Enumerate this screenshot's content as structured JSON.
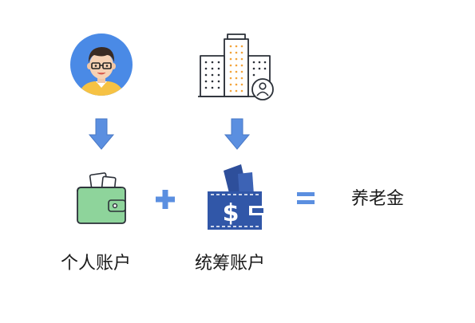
{
  "diagram": {
    "left_column": {
      "person_icon": "person-avatar-icon",
      "wallet_icon": "personal-wallet-icon",
      "label": "个人账户"
    },
    "right_column": {
      "building_icon": "office-building-icon",
      "wallet_icon": "pooled-fund-wallet-icon",
      "label": "统筹账户"
    },
    "operators": {
      "plus": "plus-icon",
      "equals": "equals-icon"
    },
    "result": {
      "label": "养老金"
    },
    "colors": {
      "arrow_blue": "#5b8fe0",
      "avatar_bg": "#4a8ae6",
      "personal_wallet_green": "#8ed49b",
      "pooled_wallet_blue": "#3157a8",
      "building_orange": "#f3a43b"
    }
  }
}
